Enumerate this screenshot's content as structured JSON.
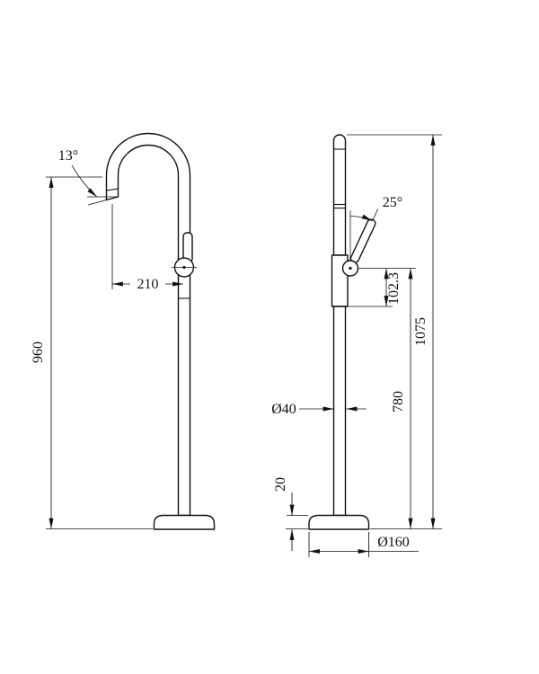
{
  "drawing": {
    "front": {
      "spout_angle": "13°",
      "spout_reach": "210",
      "spout_outlet_height": "960"
    },
    "side": {
      "handle_angle": "25°",
      "handle_rise": "102.3",
      "outlet_centre_height": "780",
      "overall_height": "1075",
      "riser_diameter": "Ø40",
      "base_height": "20",
      "base_diameter": "Ø160"
    }
  }
}
